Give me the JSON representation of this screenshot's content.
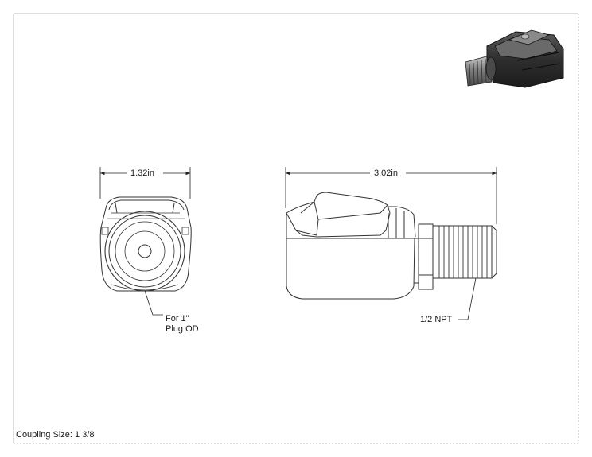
{
  "dimensions": {
    "front_width": "1.32in",
    "side_length": "3.02in"
  },
  "callouts": {
    "plug_od_line1": "For 1\"",
    "plug_od_line2": "Plug OD",
    "thread": "1/2 NPT"
  },
  "footer": {
    "coupling_size": "Coupling Size: 1 3/8"
  }
}
